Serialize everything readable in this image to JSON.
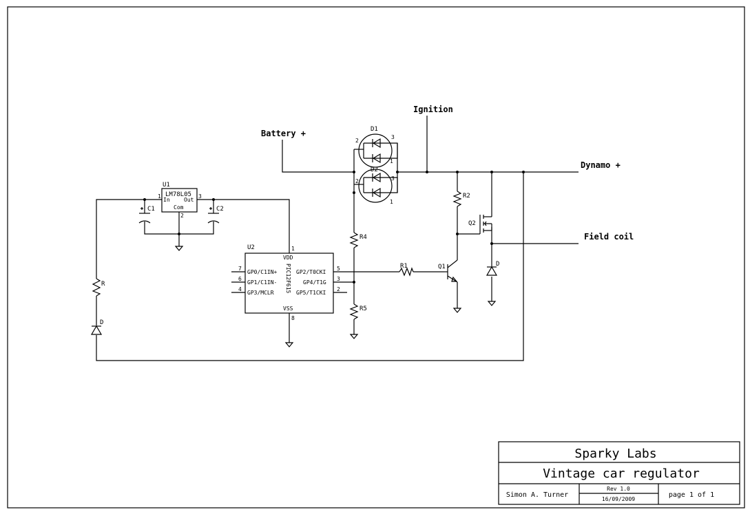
{
  "nets": {
    "battery": "Battery +",
    "ignition": "Ignition",
    "dynamo": "Dynamo +",
    "field_coil": "Field coil"
  },
  "components": {
    "u1": {
      "ref": "U1",
      "value": "LM78L05",
      "pin_in": "In",
      "pin_out": "Out",
      "pin_com": "Com",
      "pin1": "1",
      "pin2": "2",
      "pin3": "3"
    },
    "c1": "C1",
    "c2": "C2",
    "r_left": "R",
    "d_left": "D",
    "u2": {
      "ref": "U2",
      "value": "PIC12F615",
      "vdd": "VDD",
      "vss": "VSS",
      "vdd_pin": "1",
      "vss_pin": "8",
      "left_pins": [
        {
          "num": "7",
          "name": "GP0/C1IN+"
        },
        {
          "num": "6",
          "name": "GP1/C1IN-"
        },
        {
          "num": "4",
          "name": "GP3/MCLR"
        }
      ],
      "right_pins": [
        {
          "num": "5",
          "name": "GP2/T0CKI"
        },
        {
          "num": "3",
          "name": "GP4/T1G"
        },
        {
          "num": "2",
          "name": "GP5/T1CKI"
        }
      ]
    },
    "d1": {
      "ref": "D1",
      "p1": "1",
      "p2": "2",
      "p3": "3"
    },
    "d2": {
      "ref": "D2",
      "p1": "1",
      "p2": "2",
      "p3": "3"
    },
    "r1": "R1",
    "r2": "R2",
    "r4": "R4",
    "r5": "R5",
    "q1": "Q1",
    "q2": "Q2",
    "d_right": "D"
  },
  "title_block": {
    "company": "Sparky Labs",
    "title": "Vintage car regulator",
    "author": "Simon A. Turner",
    "rev": "Rev 1.0",
    "date": "16/09/2009",
    "page": "page 1 of 1"
  }
}
